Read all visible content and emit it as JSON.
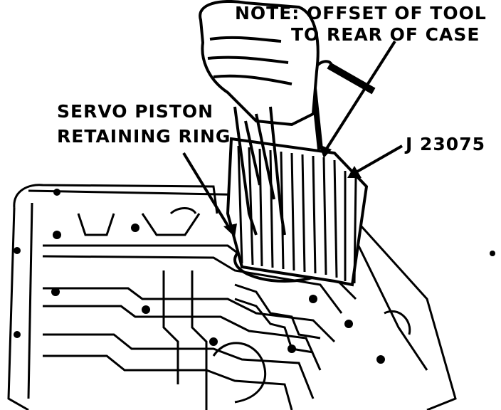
{
  "labels": {
    "note_line_1": "NOTE: OFFSET OF TOOL",
    "note_line_2": "TO REAR OF CASE",
    "servo_line_1": "SERVO PISTON",
    "servo_line_2": "RETAINING RING",
    "tool": "J 23075"
  },
  "colors": {
    "ink": "#000000",
    "paper": "#ffffff"
  }
}
